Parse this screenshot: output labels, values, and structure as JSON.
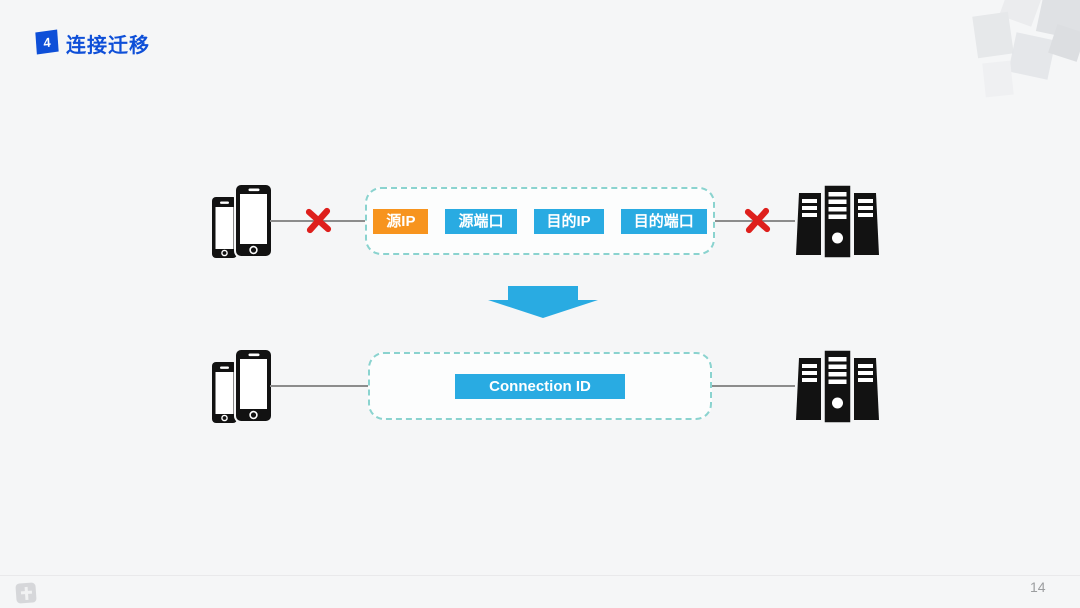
{
  "slide": {
    "background_color": "#f5f6f7"
  },
  "header": {
    "badge_number": "4",
    "title": "连接迁移",
    "accent_color": "#0e4fd8"
  },
  "colors": {
    "tag_orange": "#F7941E",
    "tag_cyan": "#29ABE2",
    "broken_x_red": "#DE1F1C",
    "dashed_border_teal": "#8AD3CF",
    "connector_gray": "#8C8C8C",
    "arrow_cyan": "#29ABE2"
  },
  "icons": {
    "client": "smartphones-icon",
    "server": "server-rack-icon",
    "broken_link": "red-x-icon",
    "transform": "down-arrow-icon",
    "logo": "footer-logo"
  },
  "before_row": {
    "tags": [
      {
        "label": "源IP",
        "color": "#F7941E"
      },
      {
        "label": "源端口",
        "color": "#29ABE2"
      },
      {
        "label": "目的IP",
        "color": "#29ABE2"
      },
      {
        "label": "目的端口",
        "color": "#29ABE2"
      }
    ]
  },
  "after_row": {
    "tag_label": "Connection ID",
    "tag_color": "#29ABE2"
  },
  "footer": {
    "page_number": "14"
  }
}
